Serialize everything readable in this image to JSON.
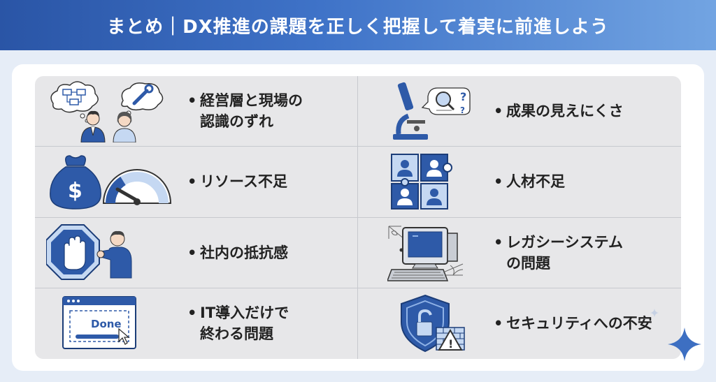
{
  "header": {
    "title": "まとめ｜DX推進の課題を正しく把握して着実に前進しよう"
  },
  "bullet": "•",
  "items": [
    {
      "label": "経営層と現場の\n認識のずれ",
      "icon": "management-gap-icon"
    },
    {
      "label": "成果の見えにくさ",
      "icon": "microscope-icon"
    },
    {
      "label": "リソース不足",
      "icon": "money-bag-gauge-icon"
    },
    {
      "label": "人材不足",
      "icon": "puzzle-people-icon"
    },
    {
      "label": "社内の抵抗感",
      "icon": "stop-sign-icon"
    },
    {
      "label": "レガシーシステム\nの問題",
      "icon": "old-computer-icon"
    },
    {
      "label": "IT導入だけで\n終わる問題",
      "icon": "done-window-icon"
    },
    {
      "label": "セキュリティへの不安",
      "icon": "security-shield-icon"
    }
  ],
  "done_label": "Done",
  "colors": {
    "accent": "#2e5aa8",
    "light": "#c5d8f2",
    "header_start": "#2a55a6",
    "header_end": "#72a4e2"
  }
}
